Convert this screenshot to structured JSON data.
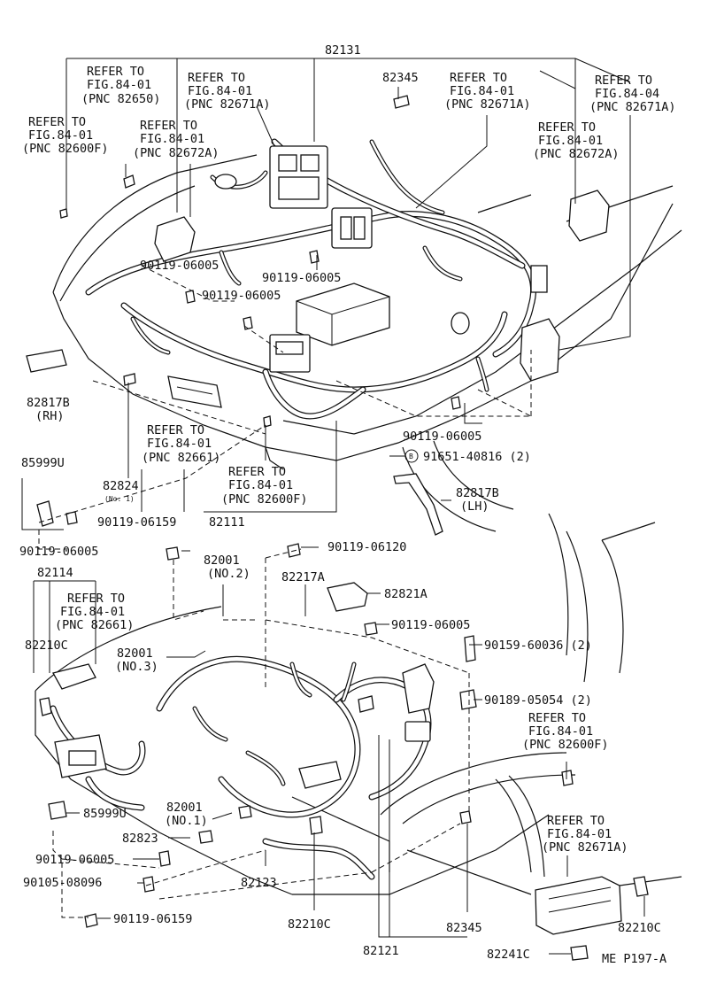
{
  "top_labels": {
    "main_harness": "82131",
    "ref_left_1": "REFER TO",
    "ref_left_2": "FIG.84-01",
    "ref_left_3": "(PNC 82600F)",
    "ref_a_1": "REFER TO",
    "ref_a_2": "FIG.84-01",
    "ref_a_3": "(PNC 82650)",
    "ref_b_1": "REFER TO",
    "ref_b_2": "FIG.84-01",
    "ref_b_3": "(PNC 82672A)",
    "ref_c_1": "REFER TO",
    "ref_c_2": "FIG.84-01",
    "ref_c_3": "(PNC 82671A)",
    "clip_82345": "82345",
    "ref_d_1": "REFER TO",
    "ref_d_2": "FIG.84-01",
    "ref_d_3": "(PNC 82671A)",
    "ref_e_1": "REFER TO",
    "ref_e_2": "FIG.84-04",
    "ref_e_3": "(PNC 82671A)",
    "ref_f_1": "REFER TO",
    "ref_f_2": "FIG.84-01",
    "ref_f_3": "(PNC 82672A)",
    "bolt_a": "90119-06005",
    "bolt_b": "90119-06005",
    "bolt_c": "90119-06005",
    "bracket_rh_1": "82817B",
    "bracket_rh_2": "(RH)",
    "ref_g_1": "REFER TO",
    "ref_g_2": "FIG.84-01",
    "ref_g_3": "(PNC 82661)",
    "bolt_d": "90119-06005",
    "nut_b_code": "91651-40816 (2)",
    "nut_b_badge": "B",
    "bracket_85999u": "85999U",
    "relay_82824": "82824",
    "relay_82824_no": "(No. 1)",
    "ref_h_1": "REFER TO",
    "ref_h_2": "FIG.84-01",
    "ref_h_3": "(PNC 82600F)",
    "bracket_lh_1": "82817B",
    "bracket_lh_2": "(LH)",
    "bolt_06159_top": "90119-06159",
    "harness_82111": "82111"
  },
  "bottom_labels": {
    "bolt_06005_mid": "90119-06005",
    "bolt_06120": "90119-06120",
    "harness_82114": "82114",
    "clamp_82001_no2_a": "82001",
    "clamp_82001_no2_b": "(NO.2)",
    "ref_i_1": "REFER TO",
    "ref_i_2": "FIG.84-01",
    "ref_i_3": "(PNC 82661)",
    "conn_82217a": "82217A",
    "conn_82821a": "82821A",
    "bolt_06005_right": "90119-06005",
    "holder_82210c_left": "82210C",
    "clamp_82001_no3_a": "82001",
    "clamp_82001_no3_b": "(NO.3)",
    "screw_60036": "90159-60036 (2)",
    "clip_05054": "90189-05054 (2)",
    "ref_j_1": "REFER TO",
    "ref_j_2": "FIG.84-01",
    "ref_j_3": "(PNC 82600F)",
    "bracket_85999u_b": "85999U",
    "clamp_82001_no1_a": "82001",
    "clamp_82001_no1_b": "(NO.1)",
    "ref_k_1": "REFER TO",
    "ref_k_2": "FIG.84-01",
    "ref_k_3": "(PNC 82671A)",
    "conn_82823": "82823",
    "bolt_06005_low": "90119-06005",
    "bolt_08096": "90105-08096",
    "harness_82123": "82123",
    "bolt_06159_low": "90119-06159",
    "holder_82210c_mid": "82210C",
    "clip_82345_low": "82345",
    "holder_82210c_right": "82210C",
    "harness_82121": "82121",
    "block_82241c": "82241C",
    "figure_code": "ME P197-A"
  }
}
